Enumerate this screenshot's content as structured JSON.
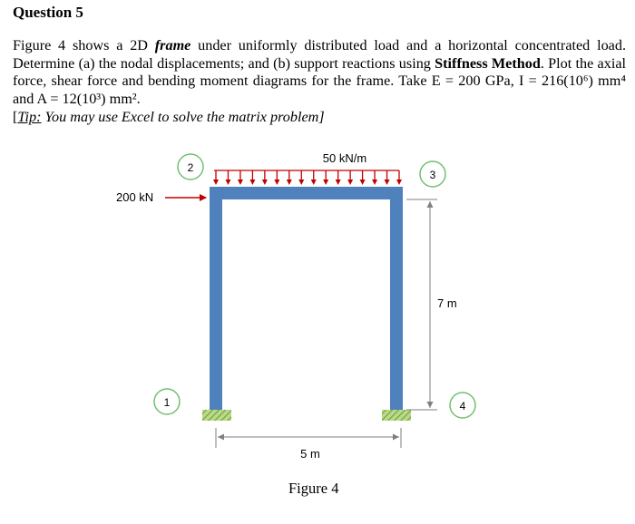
{
  "question": {
    "title": "Question 5",
    "intro_prefix": "Figure 4 shows a 2D ",
    "intro_bold_italic": "frame",
    "intro_mid": " under uniformly distributed load and a horizontal concentrated load. Determine (a) the nodal displacements; and (b) support reactions using ",
    "method_bold": "Stiffness Method",
    "intro_suffix": ". Plot the axial force, shear force and bending moment diagrams for the frame. Take ",
    "params": "E = 200 GPa, I = 216(10⁶) mm⁴ and A = 12(10³) mm².",
    "tip_label": "Tip:",
    "tip_text": " You may use Excel to solve the matrix problem]",
    "tip_open": "["
  },
  "figure": {
    "caption": "Figure 4",
    "udl_label": "50 kN/m",
    "point_load_label": "200 kN",
    "height_label": "7 m",
    "width_label": "5 m",
    "nodes": [
      "1",
      "2",
      "3",
      "4"
    ],
    "colors": {
      "member": "#4f81bd",
      "node_circle": "#70c070",
      "arrow": "#c00000",
      "hatch": "#8db84a",
      "dim": "#7f7f7f"
    }
  }
}
